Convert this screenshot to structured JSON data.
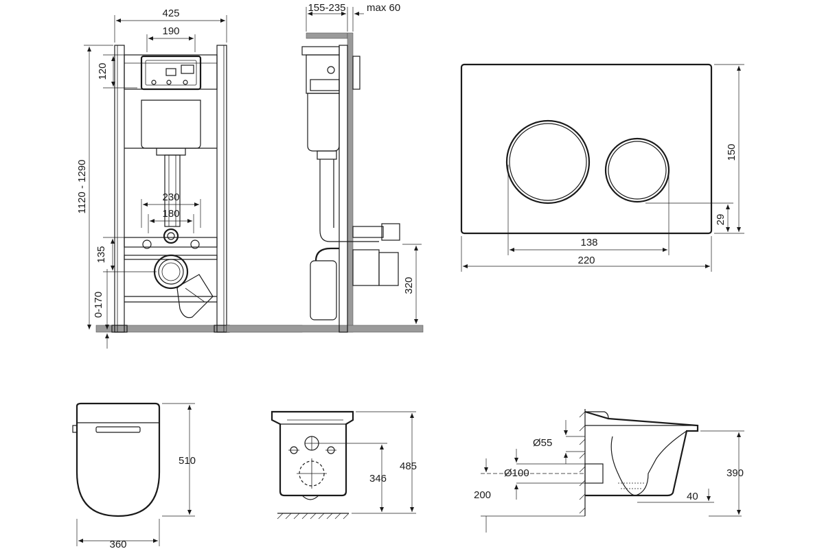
{
  "colors": {
    "line": "#1a1a1a",
    "wall": "#9a9a9a",
    "background": "#ffffff"
  },
  "frame_front": {
    "width": "425",
    "tank_width": "190",
    "tank_top": "120",
    "height": "1120 - 1290",
    "bolt_outer": "230",
    "bolt_inner": "180",
    "bolt_height": "135",
    "leg_adjust": "0-170"
  },
  "frame_side": {
    "depth": "155-235",
    "wall_max": "max 60",
    "outlet_height": "320"
  },
  "flush_plate": {
    "height": "150",
    "button_height": "29",
    "button_span": "138",
    "width": "220"
  },
  "bowl_top": {
    "width": "360",
    "length": "510"
  },
  "bowl_back": {
    "total_height": "485",
    "bolt_height": "346"
  },
  "bowl_side": {
    "inlet_diameter": "Ø55",
    "outlet_diameter": "Ø100",
    "outlet_height": "200",
    "total_height": "390",
    "outlet_low": "40"
  }
}
